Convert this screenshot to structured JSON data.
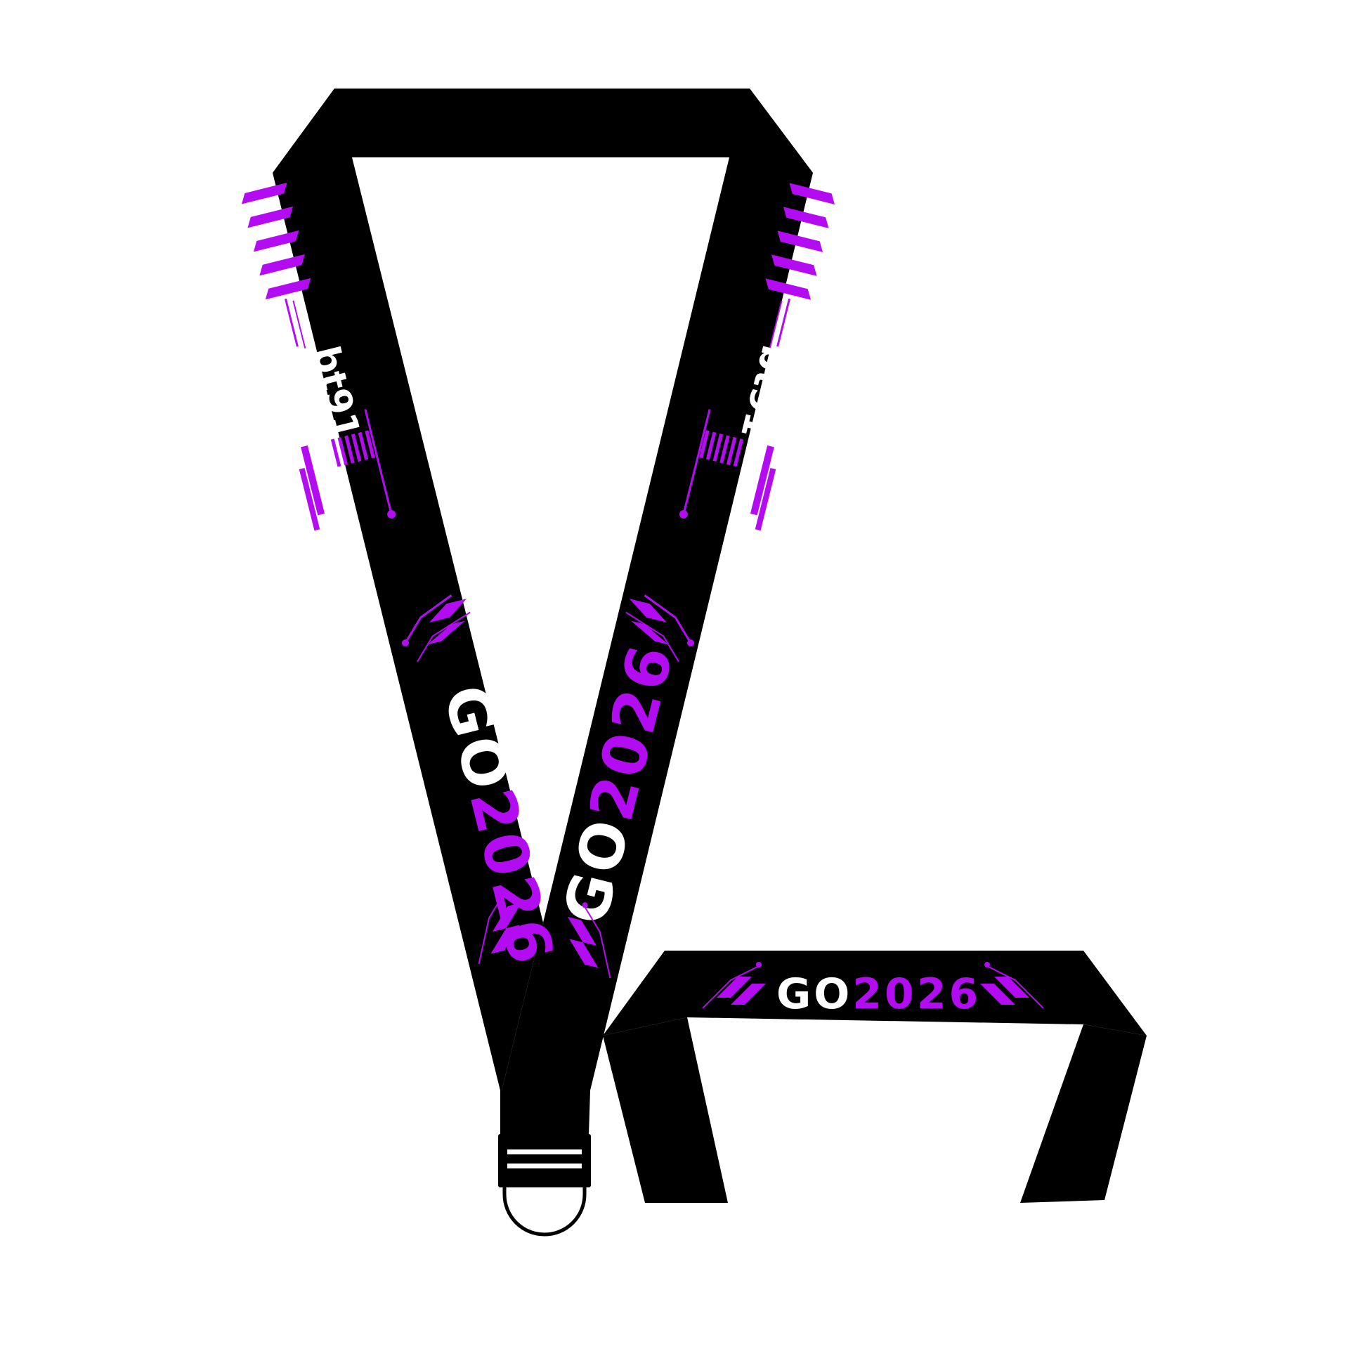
{
  "lanyard": {
    "brand_logo_text": "bt91",
    "slogan_prefix": "GO",
    "slogan_year": "2026",
    "colors": {
      "strap": "#000000",
      "accent": "#b30cf2",
      "text": "#ffffff",
      "background": "#ffffff"
    },
    "icons": [
      "stripe-pattern",
      "circuit-trace",
      "buckle-clip",
      "d-ring"
    ]
  }
}
